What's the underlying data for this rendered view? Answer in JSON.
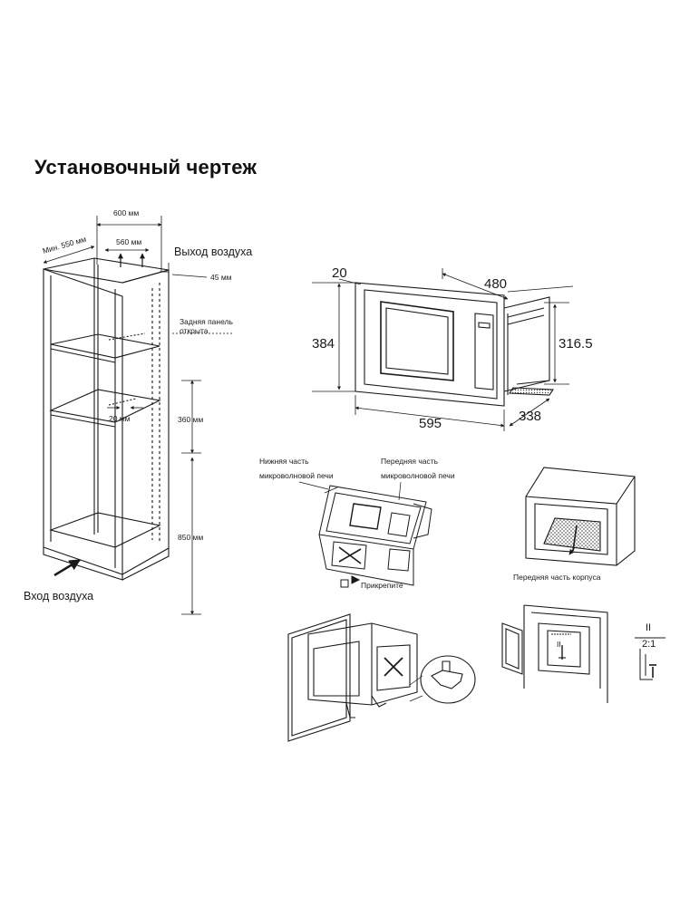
{
  "title": "Установочный чертеж",
  "cabinet": {
    "width_600": "600 мм",
    "depth_min_550": "Мин. 550 мм",
    "width_560": "560 мм",
    "air_out": "Выход воздуха",
    "gap_45": "45 мм",
    "back_panel_line1": "Задняя панель",
    "back_panel_line2": "открыта",
    "gap_20": "20 мм",
    "height_360": "360 мм",
    "height_850": "850 мм",
    "air_in": "Вход воздуха"
  },
  "oven_dims": {
    "frame_20": "20",
    "width_480": "480",
    "height_384": "384",
    "height_316": "316.5",
    "width_595": "595",
    "depth_338": "338"
  },
  "steps": {
    "bottom_part_line1": "Нижняя часть",
    "bottom_part_line2": "микроволновой печи",
    "front_part_line1": "Передняя часть",
    "front_part_line2": "микроволновой печи",
    "attach": "Прикрепите",
    "front_body": "Передняя часть корпуса",
    "detail_mark": "II",
    "scale_top": "II",
    "scale_bottom": "2:1"
  }
}
